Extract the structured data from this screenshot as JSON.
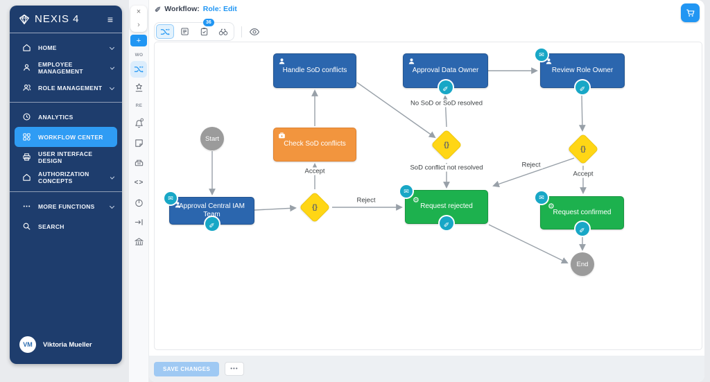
{
  "icons": {
    "email": "✉",
    "pencil": "✎",
    "gear": "⚙",
    "close": "×",
    "chevron_right": "›",
    "hamburger": "≡",
    "plus": "+",
    "dots": "•••",
    "code": "<>"
  },
  "colors": {
    "accent": "#2196f3",
    "sidebar": "#1e3d6d",
    "node_blue": "#2b66ae",
    "node_orange": "#f2953e",
    "node_green": "#1db14e",
    "node_yellow": "#ffd615",
    "node_gray": "#9b9b9b",
    "badge_teal": "#18a7c6"
  },
  "sidebar": {
    "logo_text": "NEXIS 4",
    "items": [
      {
        "label": "HOME"
      },
      {
        "label": "EMPLOYEE MANAGEMENT"
      },
      {
        "label": "ROLE MANAGEMENT"
      },
      {
        "label": "ANALYTICS"
      },
      {
        "label": "WORKFLOW CENTER"
      },
      {
        "label": "USER INTERFACE DESIGN"
      },
      {
        "label": "AUTHORIZATION CONCEPTS"
      },
      {
        "label": "MORE FUNCTIONS"
      },
      {
        "label": "SEARCH"
      }
    ],
    "user_initials": "VM",
    "user_name": "Viktoria Mueller"
  },
  "rail": {
    "label_top": "WO",
    "label_mid": "RE"
  },
  "header": {
    "title": "Workflow:",
    "link": "Role: Edit",
    "badge": "36"
  },
  "footer": {
    "save": "SAVE CHANGES"
  },
  "flow": {
    "diamond_glyph": "{}",
    "nodes": {
      "start": {
        "label": "Start"
      },
      "approval_central": {
        "label": "Approval Central IAM Team"
      },
      "check_sod": {
        "label": "Check SoD conflicts"
      },
      "handle_sod": {
        "label": "Handle SoD conflicts"
      },
      "approval_data": {
        "label": "Approval Data Owner"
      },
      "review_role": {
        "label": "Review Role Owner"
      },
      "request_rejected": {
        "label": "Request rejected"
      },
      "request_confirmed": {
        "label": "Request confirmed"
      },
      "end": {
        "label": "End"
      }
    },
    "edge_labels": {
      "accept1": "Accept",
      "reject1": "Reject",
      "no_sod": "No SoD or SoD resolved",
      "sod_not_resolved": "SoD conflict not resolved",
      "reject2": "Reject",
      "accept2": "Accept"
    }
  }
}
